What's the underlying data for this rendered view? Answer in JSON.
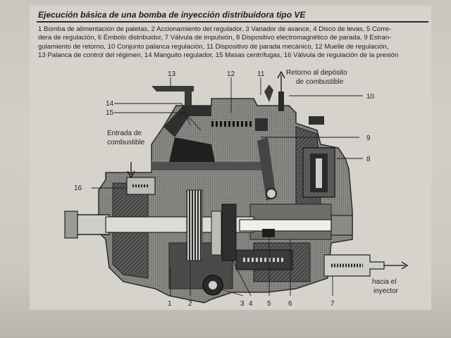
{
  "title": "Ejecución básica de una bomba de inyección distribuidora tipo VE",
  "legend_lines": [
    "1 Bomba de alimentación de paletas, 2 Accionamiento del regulador, 3 Variador de avance, 4 Disco de levas, 5 Corre-",
    "dera de regulación, 6 Émbolo distribuidor, 7 Válvula de impulsión, 8 Dispositivo electromagnético de parada, 9 Estran-",
    "gulamiento de retorno, 10 Conjunto palanca regulación, 11 Dispositivo de parada mecánico, 12 Muelle de regulación,",
    "13 Palanca de control del régimen, 14 Manguito regulador, 15 Masas centrífugas, 16 Válvula de regulación de la presión"
  ],
  "labels": {
    "fuel_inlet_1": "Entrada de",
    "fuel_inlet_2": "combustible",
    "return_1": "Retorno al depósito",
    "return_2": "de combustible",
    "injector_1": "hacia el",
    "injector_2": "inyector"
  },
  "callouts": {
    "n1": "1",
    "n2": "2",
    "n3": "3",
    "n4": "4",
    "n5": "5",
    "n6": "6",
    "n7": "7",
    "n8": "8",
    "n9": "9",
    "n10": "10",
    "n11": "11",
    "n12": "12",
    "n13": "13",
    "n14": "14",
    "n15": "15",
    "n16": "16"
  },
  "colors": {
    "paper": "#d6d3cc",
    "ink": "#1e1e1e",
    "metal_dark": "#3a3a3a",
    "metal_mid": "#7a7a7a",
    "metal_light": "#b5b5b0"
  }
}
